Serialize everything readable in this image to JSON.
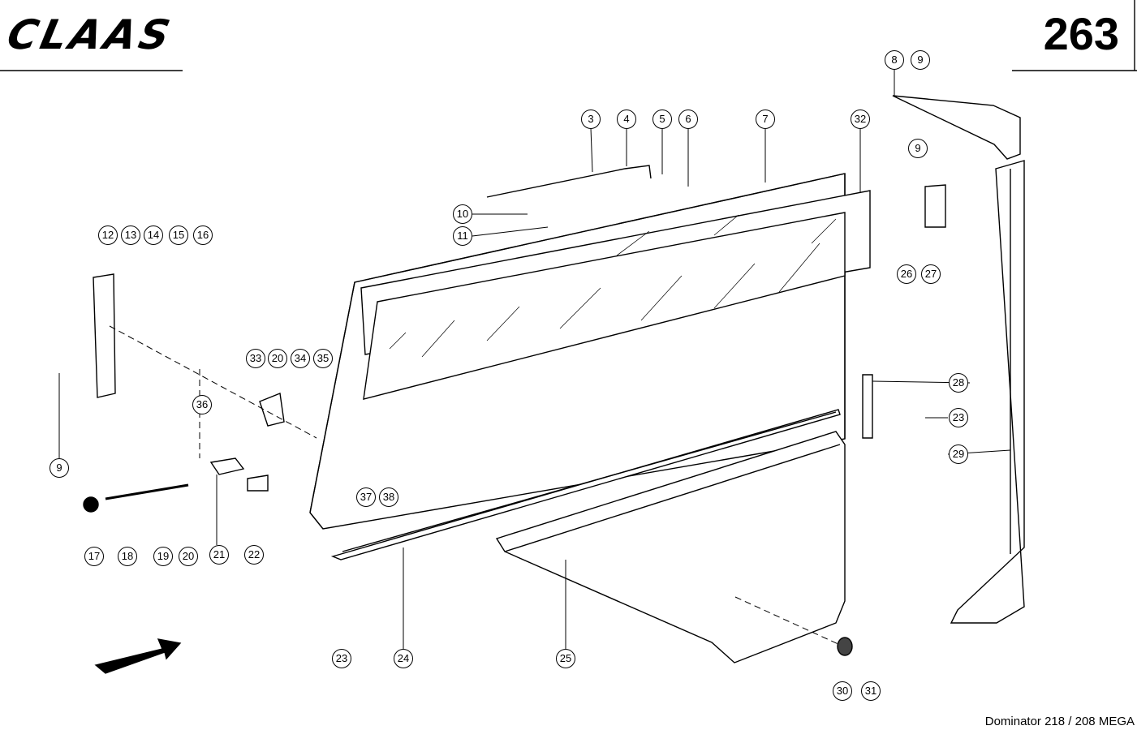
{
  "header": {
    "brand": "CLAAS",
    "page_number": "263"
  },
  "footer": {
    "model_caption": "Dominator 218 / 208 MEGA"
  },
  "callouts": [
    {
      "label": "3"
    },
    {
      "label": "4"
    },
    {
      "label": "5"
    },
    {
      "label": "6"
    },
    {
      "label": "7"
    },
    {
      "label": "32"
    },
    {
      "label": "8"
    },
    {
      "label": "9"
    },
    {
      "label": "9"
    },
    {
      "label": "10"
    },
    {
      "label": "11"
    },
    {
      "label": "12"
    },
    {
      "label": "13"
    },
    {
      "label": "14"
    },
    {
      "label": "15"
    },
    {
      "label": "16"
    },
    {
      "label": "26"
    },
    {
      "label": "27"
    },
    {
      "label": "33"
    },
    {
      "label": "20"
    },
    {
      "label": "34"
    },
    {
      "label": "35"
    },
    {
      "label": "36"
    },
    {
      "label": "9"
    },
    {
      "label": "28"
    },
    {
      "label": "23"
    },
    {
      "label": "29"
    },
    {
      "label": "37"
    },
    {
      "label": "38"
    },
    {
      "label": "17"
    },
    {
      "label": "18"
    },
    {
      "label": "19"
    },
    {
      "label": "20"
    },
    {
      "label": "21"
    },
    {
      "label": "22"
    },
    {
      "label": "23"
    },
    {
      "label": "24"
    },
    {
      "label": "25"
    },
    {
      "label": "30"
    },
    {
      "label": "31"
    }
  ]
}
